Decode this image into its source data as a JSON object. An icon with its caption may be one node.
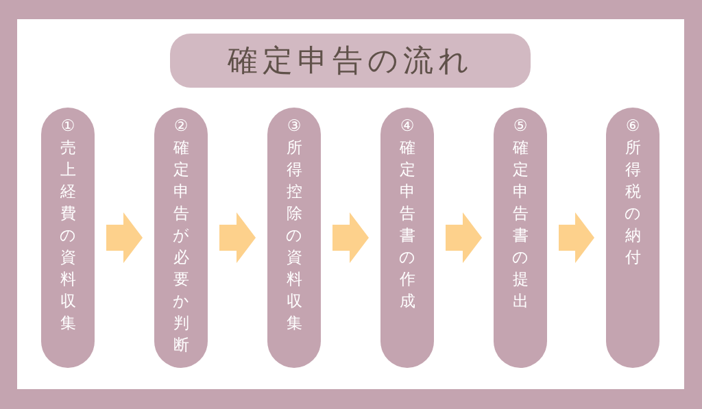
{
  "diagram": {
    "title": "確定申告の流れ",
    "nodes": [
      {
        "text": [
          "①売上経費の資料収集"
        ]
      },
      {
        "text": [
          "②確定申告が必要か判断"
        ]
      },
      {
        "text": [
          "③所得控除の資料収集"
        ]
      },
      {
        "text": [
          "④確定申告書の作成"
        ]
      },
      {
        "text": [
          "⑤確定申告書の提出"
        ]
      },
      {
        "text": [
          "⑥所得税の納付"
        ]
      }
    ],
    "edges": [
      {
        "from": 0,
        "to": 1,
        "arrow": "to"
      },
      {
        "from": 1,
        "to": 2,
        "arrow": "to"
      },
      {
        "from": 2,
        "to": 3,
        "arrow": "to"
      },
      {
        "from": 3,
        "to": 4,
        "arrow": "to"
      },
      {
        "from": 4,
        "to": 5,
        "arrow": "to"
      }
    ]
  }
}
